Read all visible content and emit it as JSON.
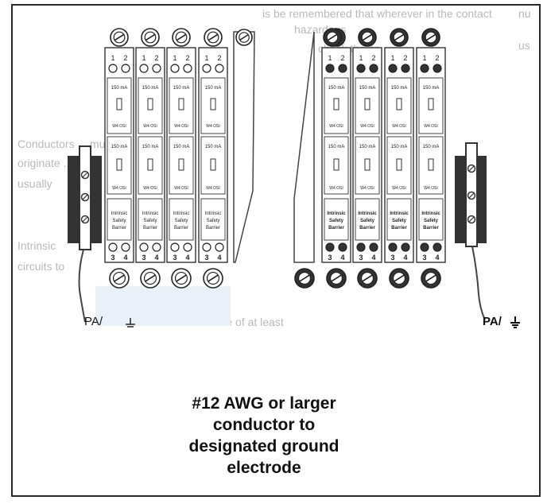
{
  "background_text": {
    "top_line": "is be remembered that wherever in the contact",
    "line2": "hazardous",
    "line3": "check the ar",
    "line4": "Conductors ... must",
    "line5": "originate ... of",
    "line6": "usually",
    "line7": "Intrinsic",
    "line8": "circuits to",
    "line9": "distance of at least",
    "margin_nu": "nu",
    "margin_us": "us"
  },
  "barrier": {
    "terminal_top_nums": [
      "1",
      "2"
    ],
    "terminal_bottom_nums": [
      "3",
      "4"
    ],
    "rating": "150 mA",
    "fuse_code": "W4 OSI",
    "label_lines": [
      "Intrinsic",
      "Safety",
      "Barrier"
    ]
  },
  "pa_left": "PA/",
  "pa_right": "PA/",
  "caption": {
    "line1": "#12 AWG or larger",
    "line2": "conductor to",
    "line3": "designated ground",
    "line4": "electrode"
  }
}
